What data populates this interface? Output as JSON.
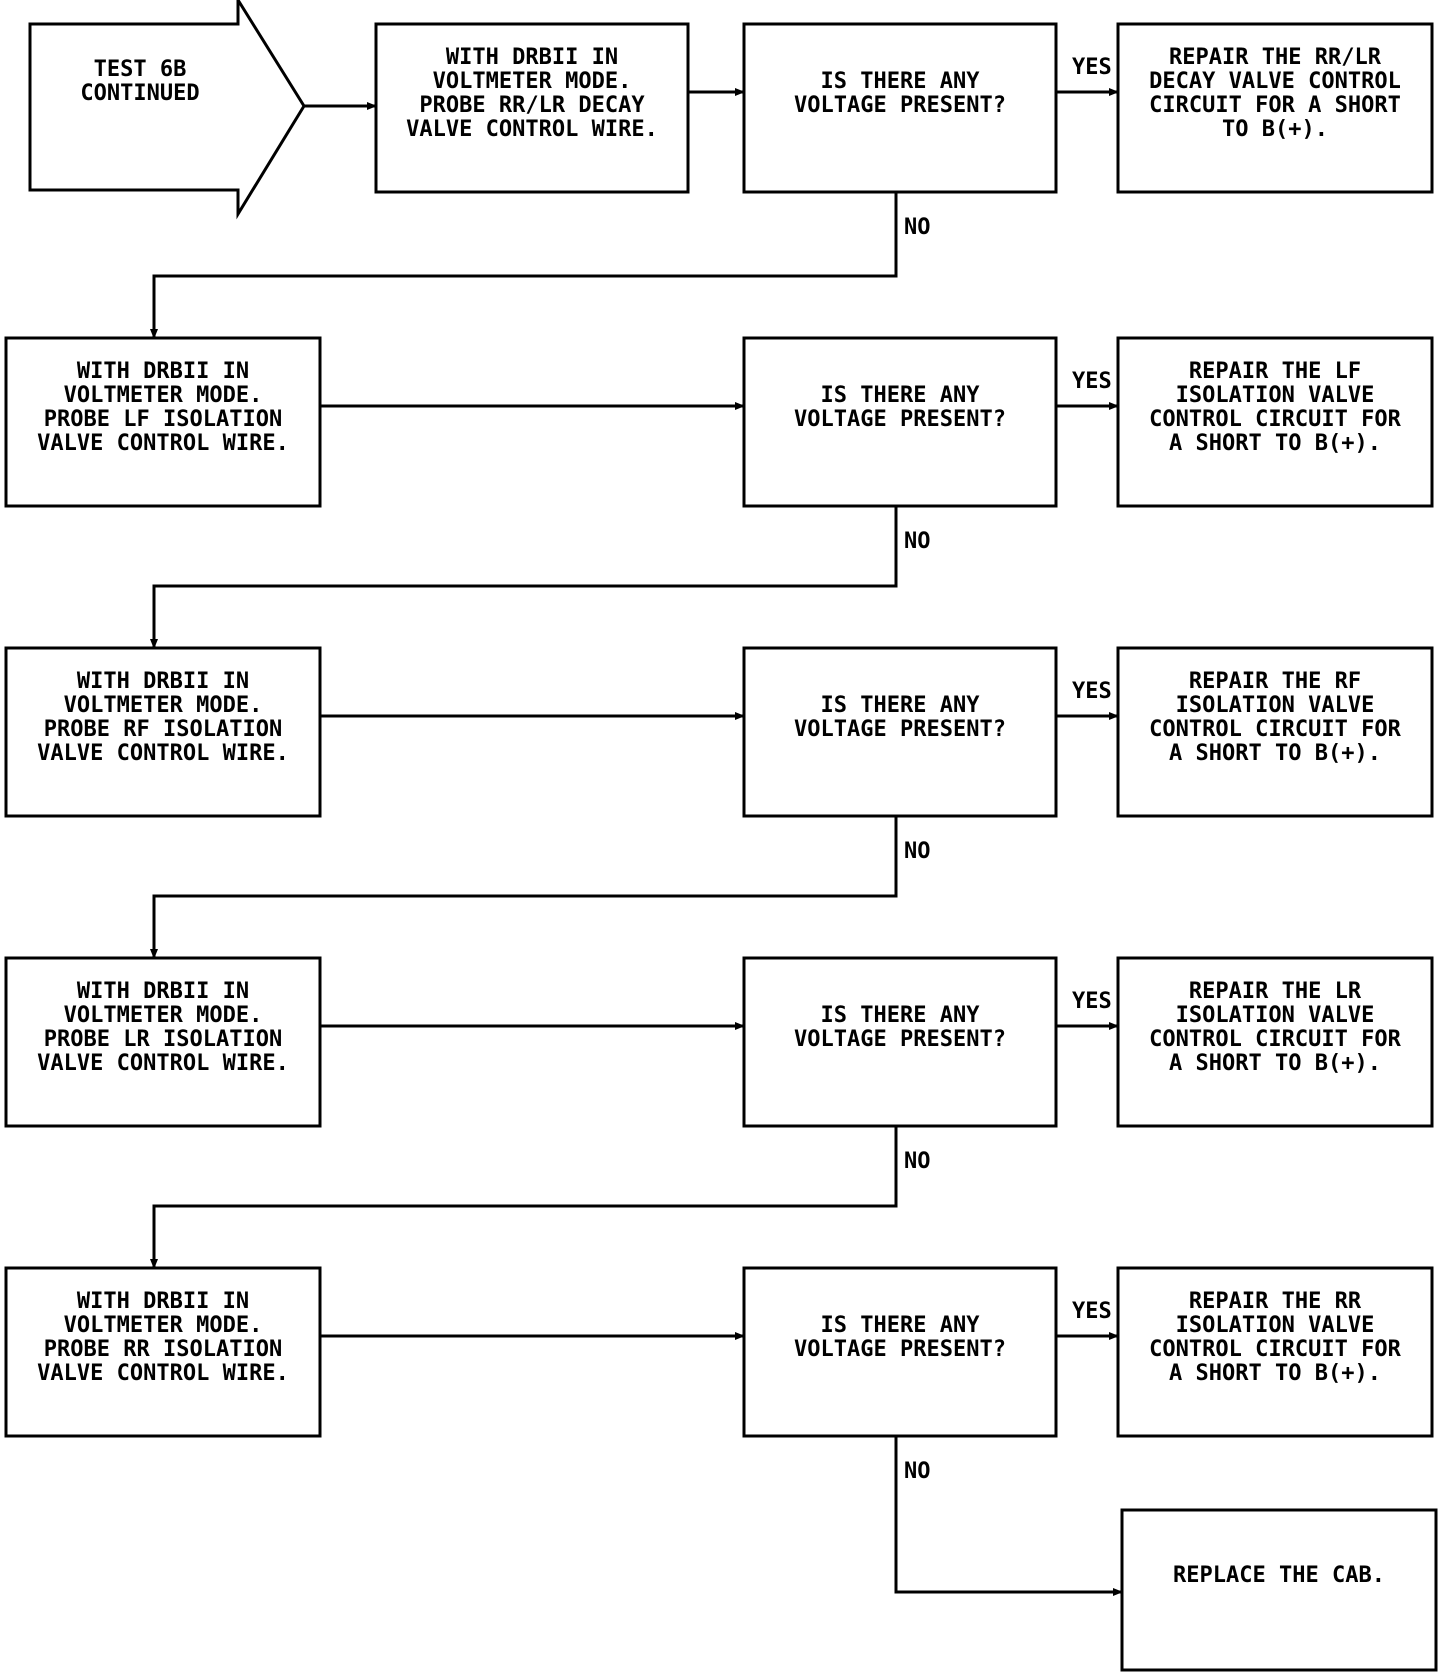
{
  "diagram": {
    "start": [
      "TEST 6B",
      "CONTINUED"
    ],
    "probes": [
      [
        "WITH DRBII IN",
        "VOLTMETER MODE.",
        "PROBE RR/LR DECAY",
        "VALVE CONTROL WIRE."
      ],
      [
        "WITH DRBII IN",
        "VOLTMETER MODE.",
        "PROBE LF ISOLATION",
        "VALVE CONTROL WIRE."
      ],
      [
        "WITH DRBII IN",
        "VOLTMETER MODE.",
        "PROBE RF ISOLATION",
        "VALVE CONTROL WIRE."
      ],
      [
        "WITH DRBII IN",
        "VOLTMETER MODE.",
        "PROBE LR ISOLATION",
        "VALVE CONTROL WIRE."
      ],
      [
        "WITH DRBII IN",
        "VOLTMETER MODE.",
        "PROBE RR ISOLATION",
        "VALVE CONTROL WIRE."
      ]
    ],
    "questions": [
      [
        "IS THERE ANY",
        "VOLTAGE PRESENT?"
      ],
      [
        "IS THERE ANY",
        "VOLTAGE PRESENT?"
      ],
      [
        "IS THERE ANY",
        "VOLTAGE PRESENT?"
      ],
      [
        "IS THERE ANY",
        "VOLTAGE PRESENT?"
      ],
      [
        "IS THERE ANY",
        "VOLTAGE PRESENT?"
      ]
    ],
    "repairs": [
      [
        "REPAIR THE RR/LR",
        "DECAY VALVE CONTROL",
        "CIRCUIT FOR A SHORT",
        "TO B(+)."
      ],
      [
        "REPAIR THE LF",
        "ISOLATION VALVE",
        "CONTROL CIRCUIT FOR",
        "A SHORT TO B(+)."
      ],
      [
        "REPAIR THE RF",
        "ISOLATION VALVE",
        "CONTROL CIRCUIT FOR",
        "A SHORT TO B(+)."
      ],
      [
        "REPAIR THE LR",
        "ISOLATION VALVE",
        "CONTROL CIRCUIT FOR",
        "A SHORT TO B(+)."
      ],
      [
        "REPAIR THE RR",
        "ISOLATION VALVE",
        "CONTROL CIRCUIT FOR",
        "A SHORT TO B(+)."
      ]
    ],
    "final": [
      "REPLACE THE CAB."
    ],
    "yes_label": "YES",
    "no_label": "NO"
  }
}
